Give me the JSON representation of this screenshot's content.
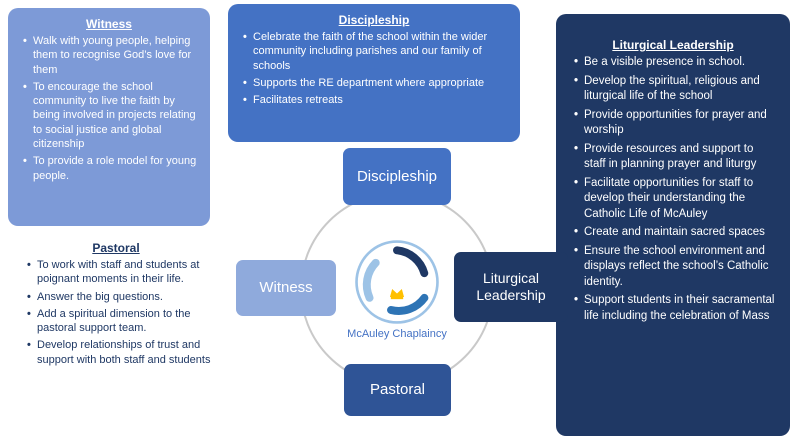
{
  "panels": {
    "witness": {
      "title": "Witness",
      "items": [
        "Walk with young people, helping them to recognise God’s love for them",
        "To encourage the school community to live the faith by being involved in projects relating to social justice and global citizenship",
        "To provide a role model for young people."
      ]
    },
    "discipleship": {
      "title": "Discipleship",
      "items": [
        "Celebrate the faith of the school within the wider community including parishes and our family of schools",
        "Supports the RE department where appropriate",
        "Facilitates retreats"
      ]
    },
    "liturgical": {
      "title": "Liturgical Leadership",
      "items": [
        "Be a visible presence in school.",
        "Develop the spiritual, religious and liturgical life of the school",
        "Provide opportunities for prayer and worship",
        "Provide resources and support to staff in planning prayer and liturgy",
        "Facilitate opportunities for staff to develop their understanding the Catholic Life of McAuley",
        "Create and maintain sacred spaces",
        "Ensure the school environment and displays reflect the school’s Catholic identity.",
        "Support students in their sacramental life including the celebration of Mass"
      ]
    },
    "pastoral": {
      "title": "Pastoral",
      "items": [
        "To work with staff and students at poignant moments in their life.",
        "Answer the big questions.",
        "Add a spiritual dimension to the pastoral support team.",
        "Develop relationships of trust and support with both staff and students"
      ]
    }
  },
  "nodes": {
    "top": "Discipleship",
    "left": "Witness",
    "right": "Liturgical Leadership",
    "bottom": "Pastoral"
  },
  "center": {
    "label": "McAuley Chaplaincy"
  },
  "colors": {
    "light_blue": "#8FAADC",
    "panel_light_blue": "#7D9AD7",
    "medium_blue": "#4472C4",
    "navy_blue": "#2F5496",
    "dark_navy": "#1F3864",
    "logo_ring_blue": "#9DC3E6",
    "crown_gold": "#FFC000",
    "ring_gray": "#C9C9C9"
  }
}
